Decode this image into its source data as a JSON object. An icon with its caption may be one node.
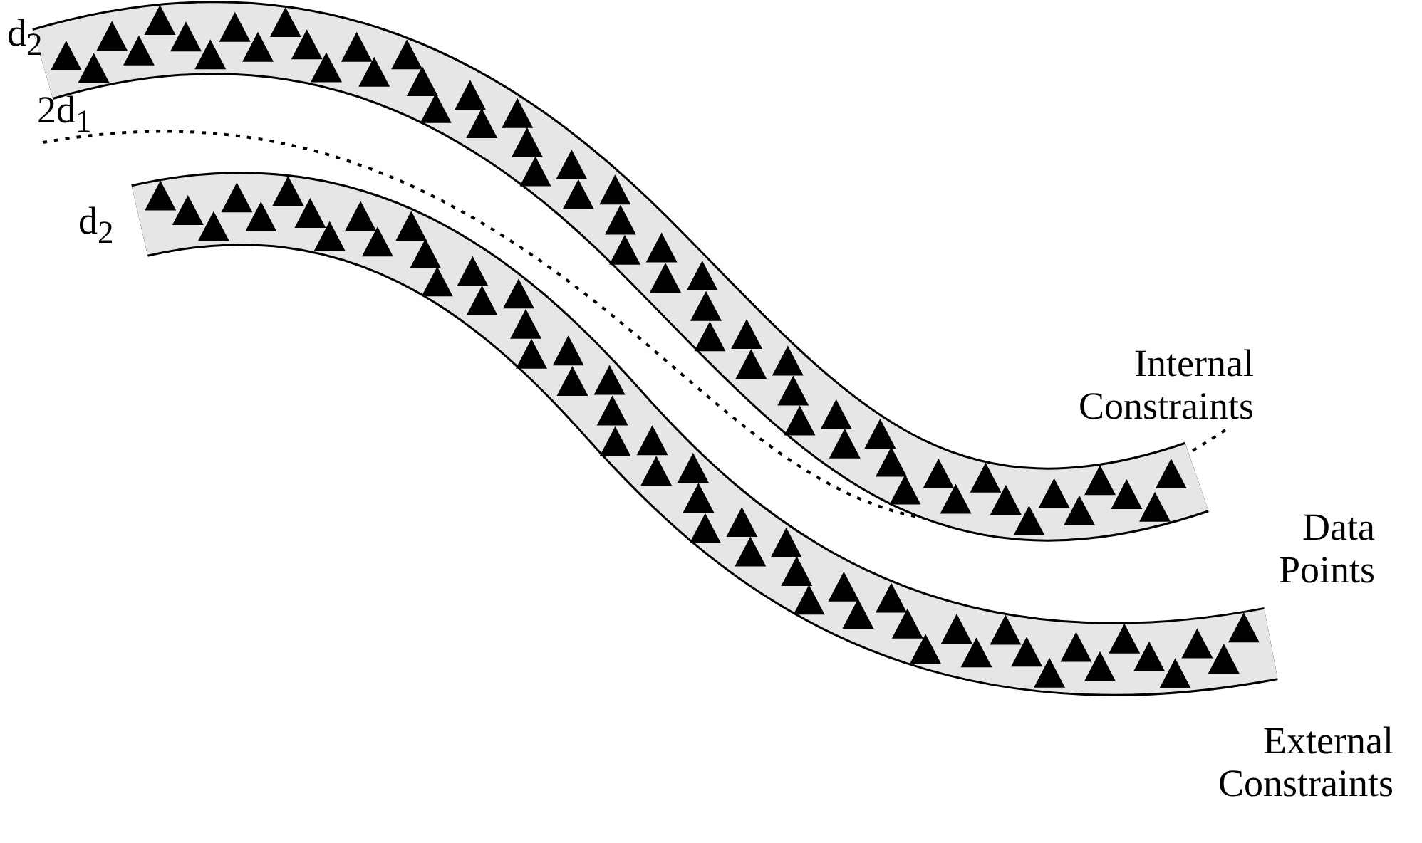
{
  "diagram": {
    "labels": [
      "d$_{2}$",
      "2d$_{1}$",
      "d$_{2}$",
      "Internal Constraints",
      "Data Points",
      "External Constraints"
    ]
  }
}
